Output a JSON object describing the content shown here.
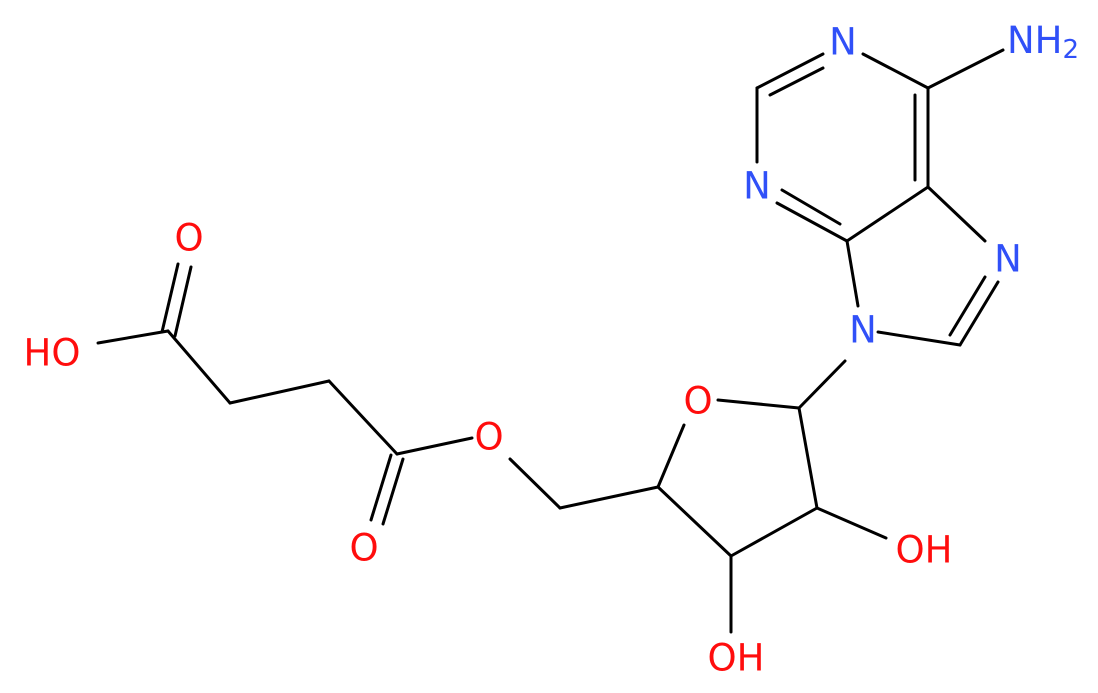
{
  "colors": {
    "oxygen": "#ff0d0d",
    "nitrogen": "#3050f8",
    "bond": "#000000"
  },
  "atoms": {
    "amine": {
      "text": "NH",
      "sub": "2"
    },
    "n1": "N",
    "n3": "N",
    "n7": "N",
    "n9": "N",
    "acid_oh": "HO",
    "acid_o": "O",
    "ester_o": "O",
    "ester_carbonyl_o": "O",
    "ring_o": "O",
    "oh_2": "OH",
    "oh_3": "OH"
  }
}
